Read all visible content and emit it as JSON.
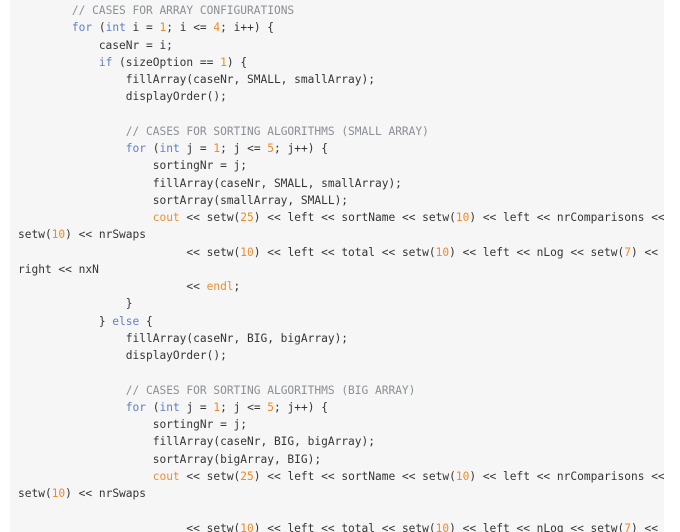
{
  "code": {
    "lines": [
      [
        {
          "t": "        "
        },
        {
          "t": "// CASES FOR ARRAY CONFIGURATIONS",
          "c": "cm"
        }
      ],
      [
        {
          "t": "        "
        },
        {
          "t": "for",
          "c": "kw"
        },
        {
          "t": " ("
        },
        {
          "t": "int",
          "c": "kw"
        },
        {
          "t": " i = "
        },
        {
          "t": "1",
          "c": "num"
        },
        {
          "t": "; i <= "
        },
        {
          "t": "4",
          "c": "num"
        },
        {
          "t": "; i++) {"
        }
      ],
      [
        {
          "t": "            caseNr = i;"
        }
      ],
      [
        {
          "t": "            "
        },
        {
          "t": "if",
          "c": "kw"
        },
        {
          "t": " (sizeOption == "
        },
        {
          "t": "1",
          "c": "num"
        },
        {
          "t": ") {"
        }
      ],
      [
        {
          "t": "                fillArray(caseNr, SMALL, smallArray);"
        }
      ],
      [
        {
          "t": "                displayOrder();"
        }
      ],
      [
        {
          "t": ""
        }
      ],
      [
        {
          "t": "                "
        },
        {
          "t": "// CASES FOR SORTING ALGORITHMS (SMALL ARRAY)",
          "c": "cm"
        }
      ],
      [
        {
          "t": "                "
        },
        {
          "t": "for",
          "c": "kw"
        },
        {
          "t": " ("
        },
        {
          "t": "int",
          "c": "kw"
        },
        {
          "t": " j = "
        },
        {
          "t": "1",
          "c": "num"
        },
        {
          "t": "; j <= "
        },
        {
          "t": "5",
          "c": "num"
        },
        {
          "t": "; j++) {"
        }
      ],
      [
        {
          "t": "                    sortingNr = j;"
        }
      ],
      [
        {
          "t": "                    fillArray(caseNr, SMALL, smallArray);"
        }
      ],
      [
        {
          "t": "                    sortArray(smallArray, SMALL);"
        }
      ],
      [
        {
          "t": "                    "
        },
        {
          "t": "cout",
          "c": "sp"
        },
        {
          "t": " << setw("
        },
        {
          "t": "25",
          "c": "num"
        },
        {
          "t": ") << left << sortName << setw("
        },
        {
          "t": "10",
          "c": "num"
        },
        {
          "t": ") << left << nrComparisons <<"
        }
      ],
      [
        {
          "t": "setw("
        },
        {
          "t": "10",
          "c": "num"
        },
        {
          "t": ") << nrSwaps"
        }
      ],
      [
        {
          "t": "                         << setw("
        },
        {
          "t": "10",
          "c": "num"
        },
        {
          "t": ") << left << total << setw("
        },
        {
          "t": "10",
          "c": "num"
        },
        {
          "t": ") << left << nLog << setw("
        },
        {
          "t": "7",
          "c": "num"
        },
        {
          "t": ") <<"
        }
      ],
      [
        {
          "t": "right << nxN"
        }
      ],
      [
        {
          "t": "                         << "
        },
        {
          "t": "endl",
          "c": "sp"
        },
        {
          "t": ";"
        }
      ],
      [
        {
          "t": "                }"
        }
      ],
      [
        {
          "t": "            } "
        },
        {
          "t": "else",
          "c": "kw"
        },
        {
          "t": " {"
        }
      ],
      [
        {
          "t": "                fillArray(caseNr, BIG, bigArray);"
        }
      ],
      [
        {
          "t": "                displayOrder();"
        }
      ],
      [
        {
          "t": ""
        }
      ],
      [
        {
          "t": "                "
        },
        {
          "t": "// CASES FOR SORTING ALGORITHMS (BIG ARRAY)",
          "c": "cm"
        }
      ],
      [
        {
          "t": "                "
        },
        {
          "t": "for",
          "c": "kw"
        },
        {
          "t": " ("
        },
        {
          "t": "int",
          "c": "kw"
        },
        {
          "t": " j = "
        },
        {
          "t": "1",
          "c": "num"
        },
        {
          "t": "; j <= "
        },
        {
          "t": "5",
          "c": "num"
        },
        {
          "t": "; j++) {"
        }
      ],
      [
        {
          "t": "                    sortingNr = j;"
        }
      ],
      [
        {
          "t": "                    fillArray(caseNr, BIG, bigArray);"
        }
      ],
      [
        {
          "t": "                    sortArray(bigArray, BIG);"
        }
      ],
      [
        {
          "t": "                    "
        },
        {
          "t": "cout",
          "c": "sp"
        },
        {
          "t": " << setw("
        },
        {
          "t": "25",
          "c": "num"
        },
        {
          "t": ") << left << sortName << setw("
        },
        {
          "t": "10",
          "c": "num"
        },
        {
          "t": ") << left << nrComparisons <<"
        }
      ],
      [
        {
          "t": "setw("
        },
        {
          "t": "10",
          "c": "num"
        },
        {
          "t": ") << nrSwaps"
        }
      ],
      [
        {
          "t": ""
        }
      ],
      [
        {
          "t": "                         << setw("
        },
        {
          "t": "10",
          "c": "num"
        },
        {
          "t": ") << left << total << setw("
        },
        {
          "t": "10",
          "c": "num"
        },
        {
          "t": ") << left << nLog << setw("
        },
        {
          "t": "7",
          "c": "num"
        },
        {
          "t": ") <<"
        }
      ]
    ]
  },
  "colors": {
    "background": "#f6f6f6",
    "text": "#353535",
    "keyword": "#5f7fc8",
    "number": "#f08a24",
    "comment": "#8a8f96",
    "stream": "#ea8f33"
  }
}
